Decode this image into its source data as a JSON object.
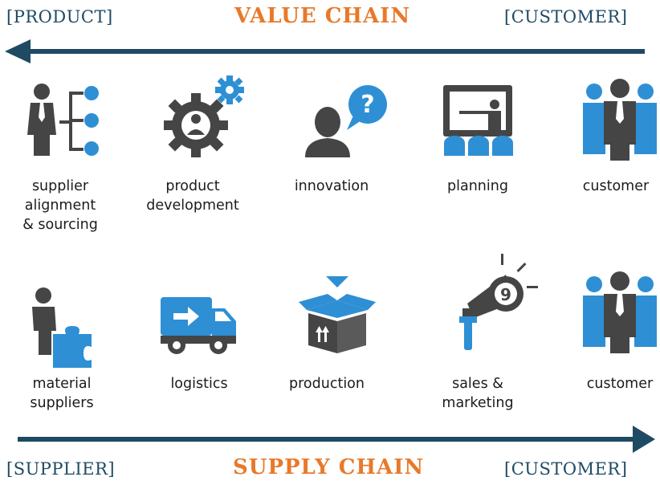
{
  "header": {
    "left": "[PRODUCT]",
    "title": "VALUE CHAIN",
    "right": "[CUSTOMER]"
  },
  "value_chain": [
    {
      "lines": [
        "supplier",
        "alignment",
        "& sourcing"
      ],
      "icon": "supplier-hierarchy-icon"
    },
    {
      "lines": [
        "product",
        "development"
      ],
      "icon": "gear-person-icon"
    },
    {
      "lines": [
        "innovation"
      ],
      "icon": "person-question-icon"
    },
    {
      "lines": [
        "planning"
      ],
      "icon": "presentation-icon"
    },
    {
      "lines": [
        "customer"
      ],
      "icon": "customer-group-icon"
    }
  ],
  "supply_chain": [
    {
      "lines": [
        "material",
        "suppliers"
      ],
      "icon": "person-puzzle-icon"
    },
    {
      "lines": [
        "logistics"
      ],
      "icon": "truck-icon"
    },
    {
      "lines": [
        "production"
      ],
      "icon": "box-icon"
    },
    {
      "lines": [
        "sales &",
        "marketing"
      ],
      "icon": "megaphone-icon"
    },
    {
      "lines": [
        "customer"
      ],
      "icon": "customer-group-icon"
    }
  ],
  "footer": {
    "left": "[SUPPLIER]",
    "title": "SUPPLY CHAIN",
    "right": "[CUSTOMER]"
  },
  "colors": {
    "navy": "#1f4a63",
    "orange": "#e8792b",
    "blue": "#2e8fd4",
    "gray": "#454545"
  }
}
